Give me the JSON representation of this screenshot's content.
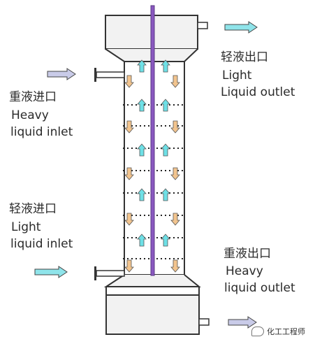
{
  "labels": {
    "heavy_inlet_zh": "重液进口",
    "heavy_inlet_en_1": "Heavy",
    "heavy_inlet_en_2": "liquid inlet",
    "light_outlet_zh": "轻液出口",
    "light_outlet_en_1": "Light",
    "light_outlet_en_2": "Liquid outlet",
    "light_inlet_zh": "轻液进口",
    "light_inlet_en_1": "Light",
    "light_inlet_en_2": "liquid inlet",
    "heavy_outlet_zh": "重液出口",
    "heavy_outlet_en_1": "Heavy",
    "heavy_outlet_en_2": "liquid outlet"
  },
  "watermark": {
    "text": "化工工程师"
  },
  "colors": {
    "light_phase": "#6ee0e6",
    "heavy_phase": "#f2c48e",
    "shaft": "#8a58c0",
    "inlet_arrow": "#8fe4ea",
    "outlet_arrow_blue": "#8fe4ea",
    "outlet_arrow_purple": "#c9cbe8"
  }
}
